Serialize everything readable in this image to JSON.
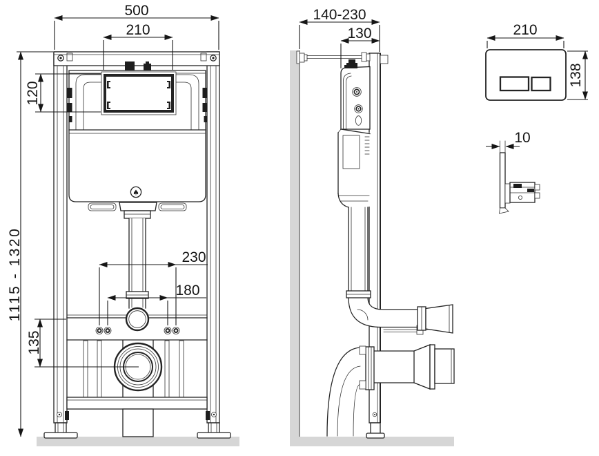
{
  "drawing": {
    "kind": "wc-installation-frame-technical-drawing",
    "front_view": {
      "overall_width": "500",
      "access_window_width": "210",
      "access_window_height": "120",
      "frame_height_range": "1115 - 1320",
      "outlet_center_height": "135",
      "fixing_spacing_outer": "230",
      "fixing_spacing_inner": "180"
    },
    "side_view": {
      "wall_offset_range": "140-230",
      "frame_depth": "130"
    },
    "flush_plate": {
      "plate_width": "210",
      "plate_height": "138",
      "plate_thickness": "10"
    },
    "logo_glyph": "♠"
  },
  "colors": {
    "line": "#232323",
    "dimension": "#161616",
    "surface_gray": "#d6d6d6",
    "background": "#ffffff"
  }
}
